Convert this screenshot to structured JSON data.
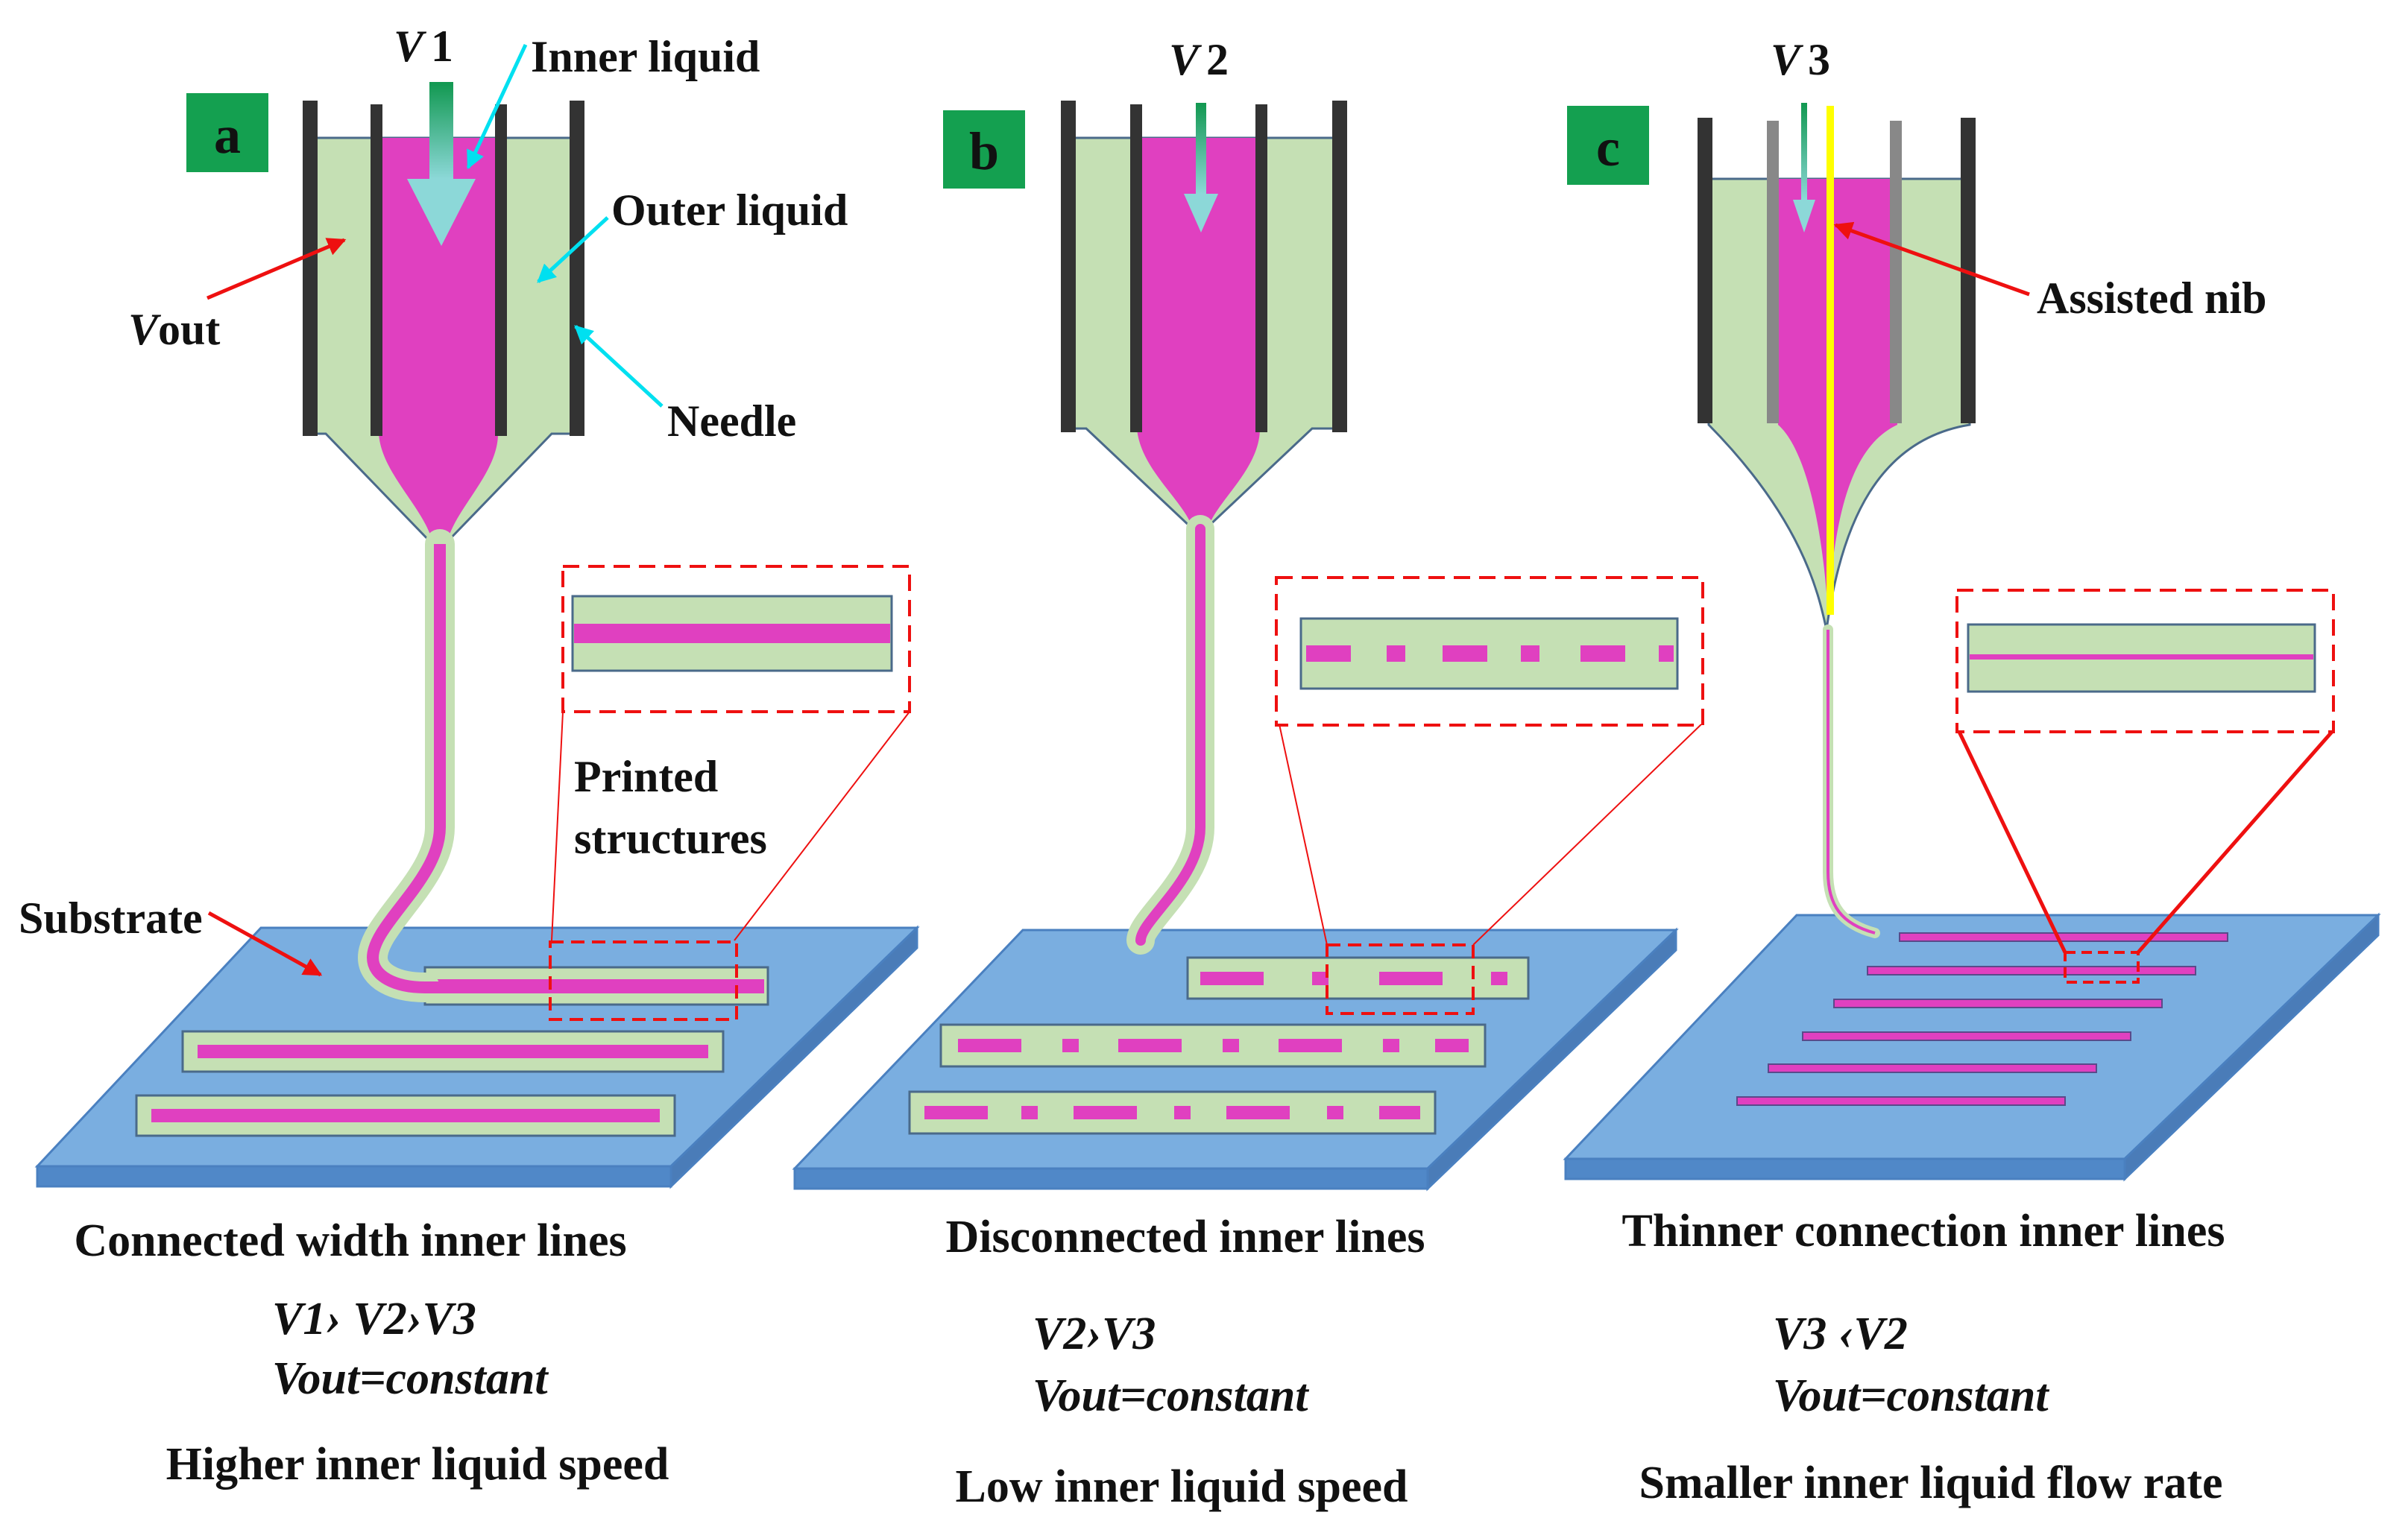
{
  "panels": {
    "a": {
      "letter": "a",
      "v_letter": "V",
      "v_index": "1",
      "caption": "Connected width inner lines",
      "relation": "V1› V2›V3",
      "vout": "Vout=constant",
      "speed": "Higher  inner liquid speed"
    },
    "b": {
      "letter": "b",
      "v_letter": "V",
      "v_index": "2",
      "caption": "Disconnected  inner lines",
      "relation": "V2›V3",
      "vout": "Vout=constant",
      "speed": "Low inner liquid speed"
    },
    "c": {
      "letter": "c",
      "v_letter": "V",
      "v_index": "3",
      "caption": "Thinner connection  inner lines",
      "relation": "V3 ‹V2",
      "vout": "Vout=constant",
      "speed": "Smaller inner liquid flow rate"
    }
  },
  "labels": {
    "inner_liquid": "Inner liquid",
    "outer_liquid": "Outer liquid",
    "vout_letter": "V",
    "vout_suffix": "out",
    "needle": "Needle",
    "printed_line1": "Printed",
    "printed_line2": "structures",
    "substrate": "Substrate",
    "assisted_nib": "Assisted nib"
  },
  "colors": {
    "inner_liquid": "#e040c0",
    "outer_liquid": "#c5e0b4",
    "substrate": "#7aaee0",
    "substrate_edge": "#4a80c0",
    "needle": "#333333",
    "panel_badge": "#14a050",
    "cyan_arrow": "#00e0f0",
    "red_arrow": "#ee1010",
    "nib": "#ffff00"
  }
}
